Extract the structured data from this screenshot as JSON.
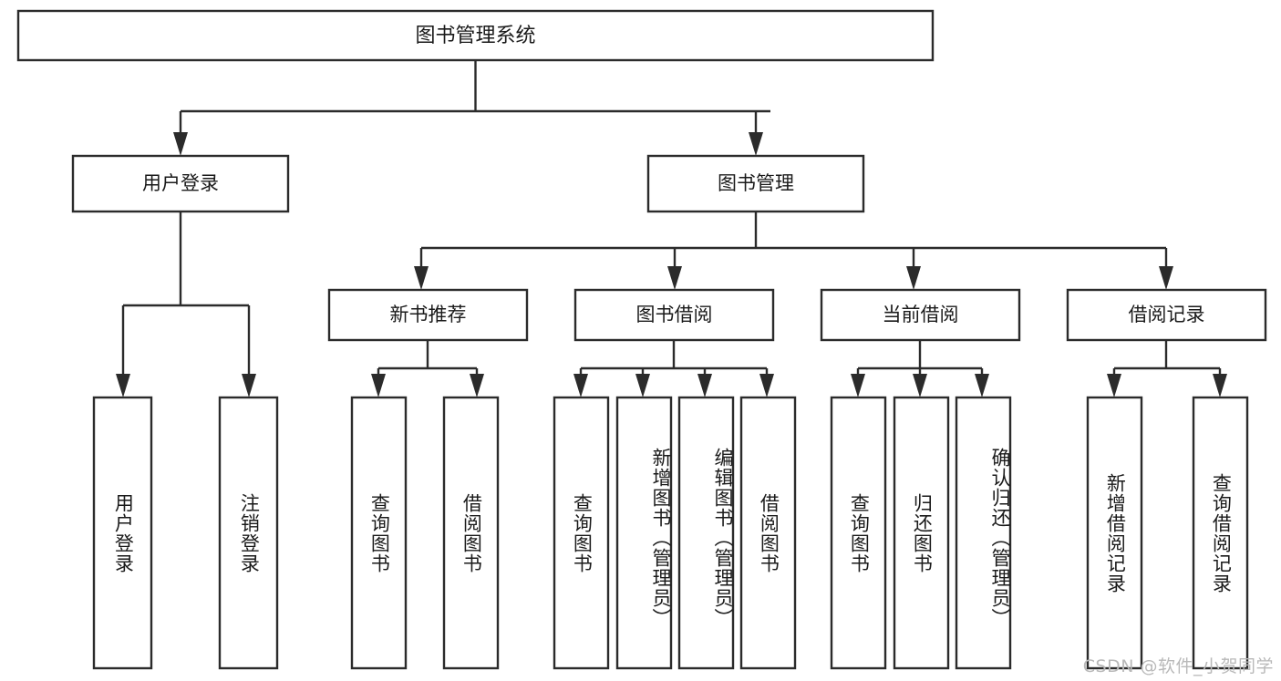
{
  "diagram": {
    "title": "图书管理系统",
    "type": "hierarchy-tree",
    "orientation": "top-down",
    "levels": 4,
    "root": {
      "id": "root",
      "label": "图书管理系统"
    },
    "level2": [
      {
        "id": "user-login",
        "label": "用户登录"
      },
      {
        "id": "book-manage",
        "label": "图书管理"
      }
    ],
    "level3": [
      {
        "id": "new-book-recommend",
        "label": "新书推荐",
        "parent": "book-manage"
      },
      {
        "id": "book-borrow",
        "label": "图书借阅",
        "parent": "book-manage"
      },
      {
        "id": "current-borrow",
        "label": "当前借阅",
        "parent": "book-manage"
      },
      {
        "id": "borrow-record",
        "label": "借阅记录",
        "parent": "book-manage"
      }
    ],
    "leaves": {
      "user_login": [
        {
          "id": "leaf-user-login",
          "label": "用户登录"
        },
        {
          "id": "leaf-user-logout",
          "label": "注销登录"
        }
      ],
      "new_book_recommend": [
        {
          "id": "leaf-query-book-1",
          "label": "查询图书"
        },
        {
          "id": "leaf-borrow-book-1",
          "label": "借阅图书"
        }
      ],
      "book_borrow": [
        {
          "id": "leaf-query-book-2",
          "label": "查询图书"
        },
        {
          "id": "leaf-add-book",
          "label": "新增图书（管理员）"
        },
        {
          "id": "leaf-edit-book",
          "label": "编辑图书（管理员）"
        },
        {
          "id": "leaf-borrow-book-2",
          "label": "借阅图书"
        }
      ],
      "current_borrow": [
        {
          "id": "leaf-query-book-3",
          "label": "查询图书"
        },
        {
          "id": "leaf-return-book",
          "label": "归还图书"
        },
        {
          "id": "leaf-confirm-return",
          "label": "确认归还（管理员）"
        }
      ],
      "borrow_record": [
        {
          "id": "leaf-add-record",
          "label": "新增借阅记录"
        },
        {
          "id": "leaf-query-record",
          "label": "查询借阅记录"
        }
      ]
    }
  },
  "watermark": {
    "text": "CSDN @软件_小贺同学"
  },
  "colors": {
    "stroke": "#2b2b2b",
    "fill": "#ffffff",
    "text": "#1a1a1a",
    "watermark": "#b9b9b9",
    "background": "#ffffff"
  }
}
